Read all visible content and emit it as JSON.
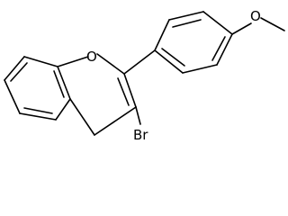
{
  "molecule": {
    "atoms": {
      "ring_oxygen": "O",
      "methoxy_oxygen": "O",
      "bromine": "Br"
    }
  },
  "colors": {
    "bond": "#000000",
    "label": "#000000",
    "background": "#ffffff"
  }
}
